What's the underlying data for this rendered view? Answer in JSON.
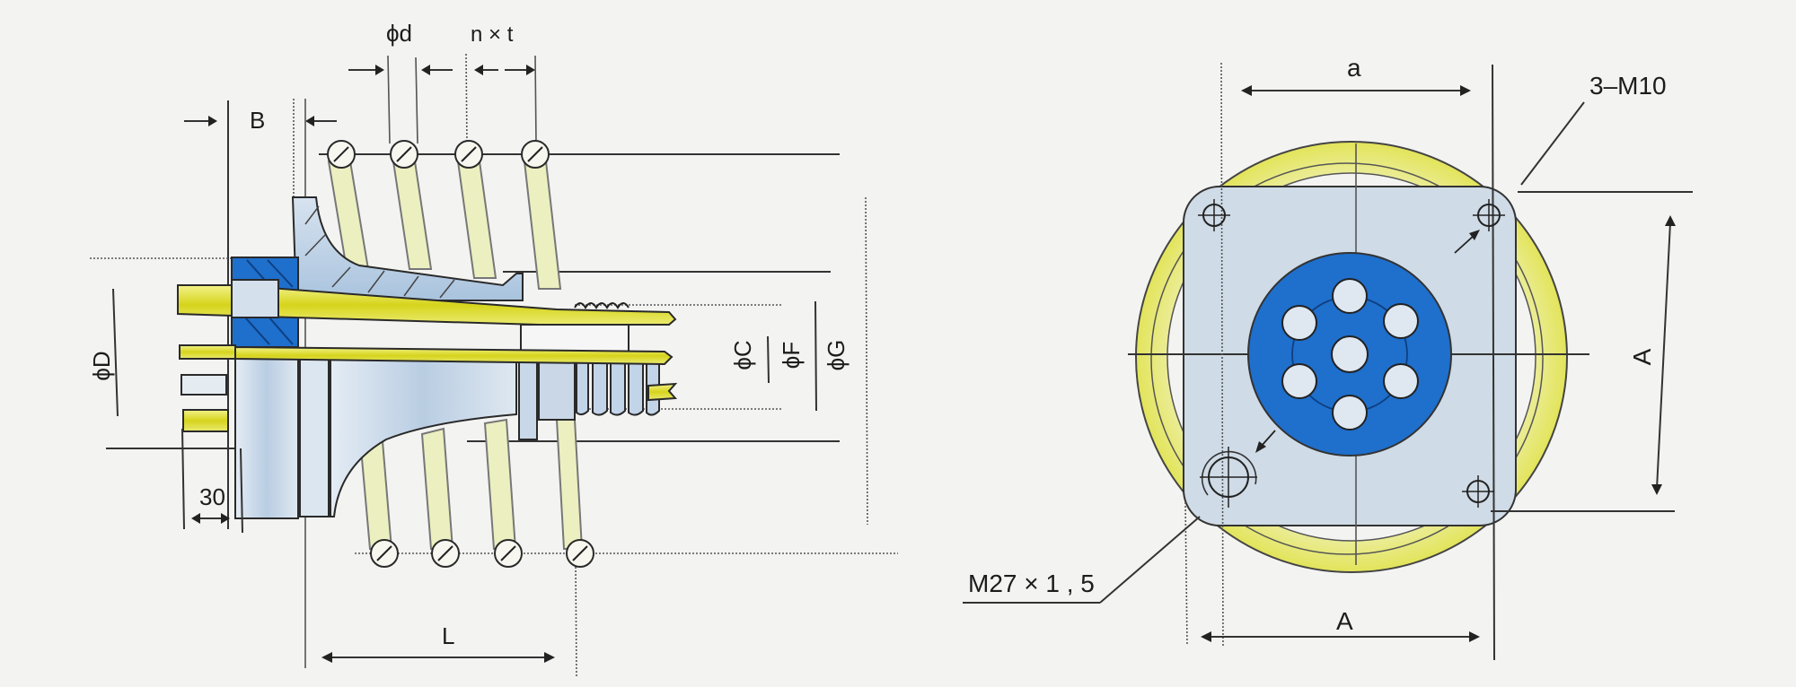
{
  "diagram": {
    "type": "technical-drawing",
    "colors": {
      "background": "#f3f3f2",
      "blue_insulator": "#1f6fcc",
      "steel_light_blue": "#c9d7e6",
      "yellow_conductor": "#dede2a",
      "pale_yellow_fin": "#ecefc0",
      "line": "#333333"
    },
    "side_view": {
      "labels": {
        "B": "B",
        "od": "ϕd",
        "nxt": "n × t",
        "D": "ϕD",
        "C": "ϕC",
        "F": "ϕF",
        "G": "ϕG",
        "thirty": "30",
        "L": "L"
      }
    },
    "front_view": {
      "labels": {
        "a": "a",
        "bolt_holes": "3–M10",
        "A_vertical": "A",
        "A_horizontal": "A",
        "thread": "M27 × 1 , 5"
      },
      "insulator_holes": 7
    }
  }
}
